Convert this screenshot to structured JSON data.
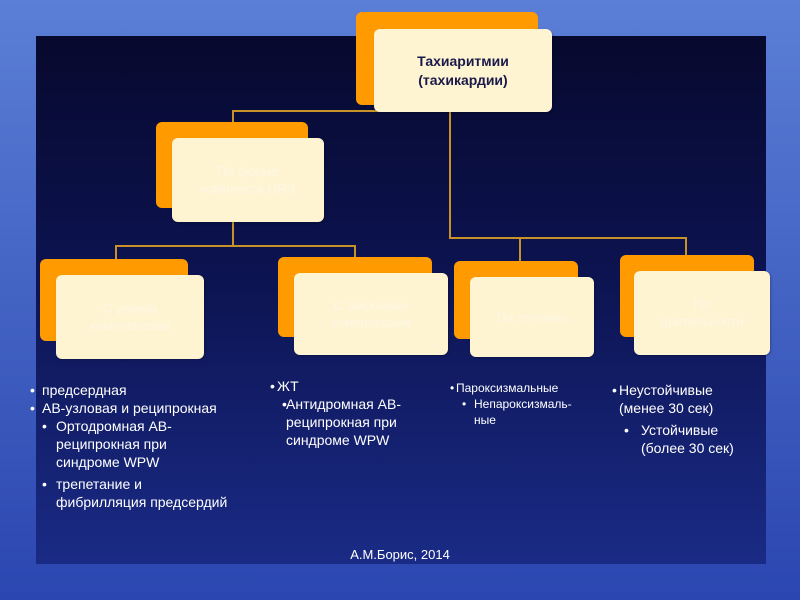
{
  "title": "Тахиаритмии\n(тахикардии)",
  "categories": {
    "form": "По форме\nкомплекса QRS",
    "narrow": "С узкими\nкомплексами",
    "wide": "С широкими\nкомплексами",
    "course": "По течению",
    "duration": "По\nдлительности"
  },
  "lists": {
    "narrow": [
      "предсердная",
      "АВ-узловая и реципрокная",
      "Ортодромная АВ-\nреципрокная при\nсиндроме WPW",
      "трепетание и\nфибрилляция предсердий"
    ],
    "wide": [
      "ЖТ",
      "Антидромная АВ-\nреципрокная при\nсиндроме WPW"
    ],
    "course": [
      "Пароксизмальные",
      "Непароксизмаль-\nные"
    ],
    "duration": [
      "Неустойчивые\n(менее 30 сек)",
      "Устойчивые\n(более 30 сек)"
    ]
  },
  "footer": "А.М.Борис, 2014",
  "colors": {
    "accent": "#ff9b00",
    "box": "#fff4d2",
    "connector": "#c89228",
    "background": "#0c1350"
  }
}
